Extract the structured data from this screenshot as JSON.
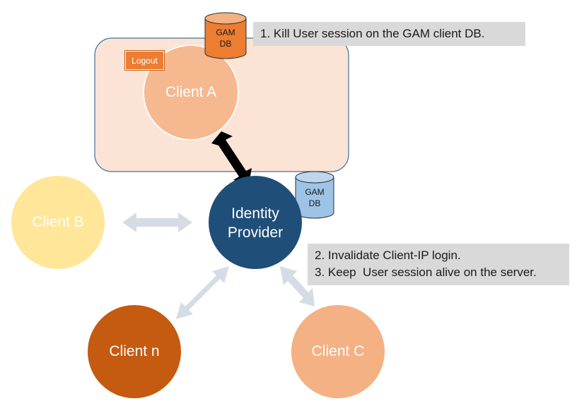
{
  "logout_button": "Logout",
  "nodes": {
    "client_a": "Client A",
    "client_b": "Client B",
    "client_c": "Client C",
    "client_n": "Client n",
    "identity_provider_line1": "Identity",
    "identity_provider_line2": "Provider"
  },
  "databases": {
    "client_db_line1": "GAM",
    "client_db_line2": "DB",
    "idp_db_line1": "GAM",
    "idp_db_line2": "DB"
  },
  "notes": {
    "step1": "1. Kill User session on the GAM client DB.",
    "step2": "2. Invalidate Client-IP login.",
    "step3": "3. Keep  User session alive on the server."
  },
  "colors": {
    "client_a_container": "#fbe4d5",
    "client_a": "#f8cbad",
    "client_b": "#ffe699",
    "client_c": "#f4b183",
    "client_n": "#c55a11",
    "identity_provider": "#1f4e79",
    "client_db": "#ed7d31",
    "idp_db": "#9dc3e6",
    "connector": "#d6dce5",
    "active_connector": "#000000",
    "callout": "#d9d9d9"
  }
}
